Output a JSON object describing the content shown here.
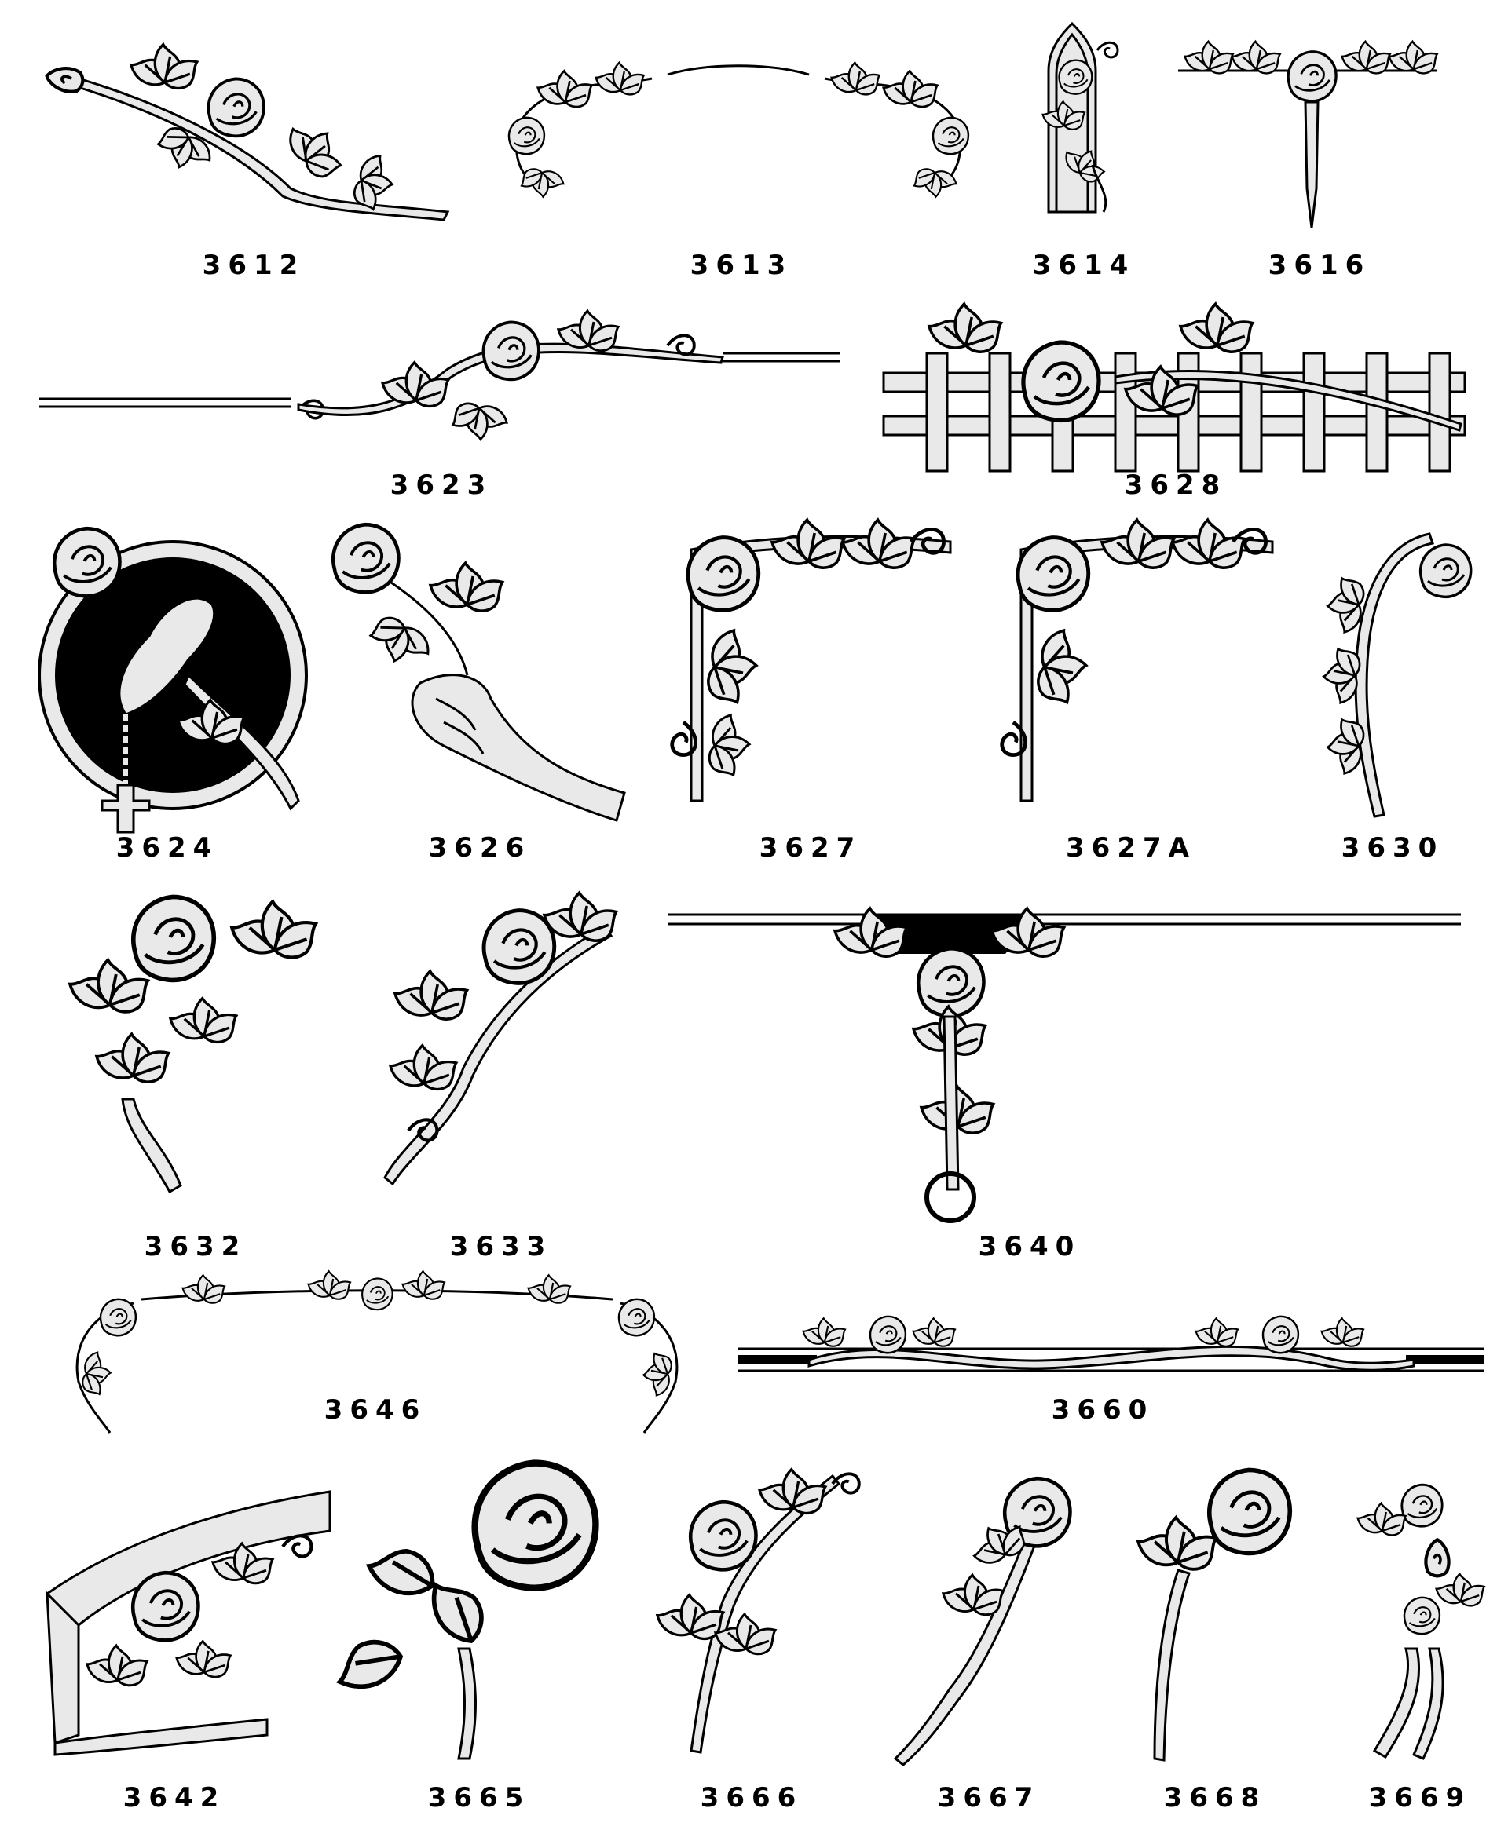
{
  "colors": {
    "ink": "#000000",
    "fill": "#e9e9e9",
    "background": "#ffffff"
  },
  "designs": [
    {
      "code": "3612",
      "icon": "rose-sprig-diagonal"
    },
    {
      "code": "3613",
      "icon": "rose-arch-border"
    },
    {
      "code": "3614",
      "icon": "rose-gothic-window"
    },
    {
      "code": "3616",
      "icon": "rose-drop-ornament"
    },
    {
      "code": "3623",
      "icon": "rose-scroll-line"
    },
    {
      "code": "3628",
      "icon": "rose-trellis"
    },
    {
      "code": "3624",
      "icon": "praying-hands-rosary-medallion"
    },
    {
      "code": "3626",
      "icon": "hand-holding-rose"
    },
    {
      "code": "3627",
      "icon": "rose-corner-left"
    },
    {
      "code": "3627A",
      "icon": "rose-corner-right"
    },
    {
      "code": "3630",
      "icon": "rose-thorn-arc"
    },
    {
      "code": "3632",
      "icon": "rose-cluster"
    },
    {
      "code": "3633",
      "icon": "rose-spray-curve"
    },
    {
      "code": "3640",
      "icon": "rose-t-drop-border"
    },
    {
      "code": "3646",
      "icon": "rose-arch-garland"
    },
    {
      "code": "3660",
      "icon": "rose-double-line-border"
    },
    {
      "code": "3642",
      "icon": "rose-ribbon-banner"
    },
    {
      "code": "3665",
      "icon": "bold-rose"
    },
    {
      "code": "3666",
      "icon": "rose-vine-sprig"
    },
    {
      "code": "3667",
      "icon": "single-rose-stem"
    },
    {
      "code": "3668",
      "icon": "rose-leaf-stem"
    },
    {
      "code": "3669",
      "icon": "rose-ribbon-bouquet"
    }
  ]
}
